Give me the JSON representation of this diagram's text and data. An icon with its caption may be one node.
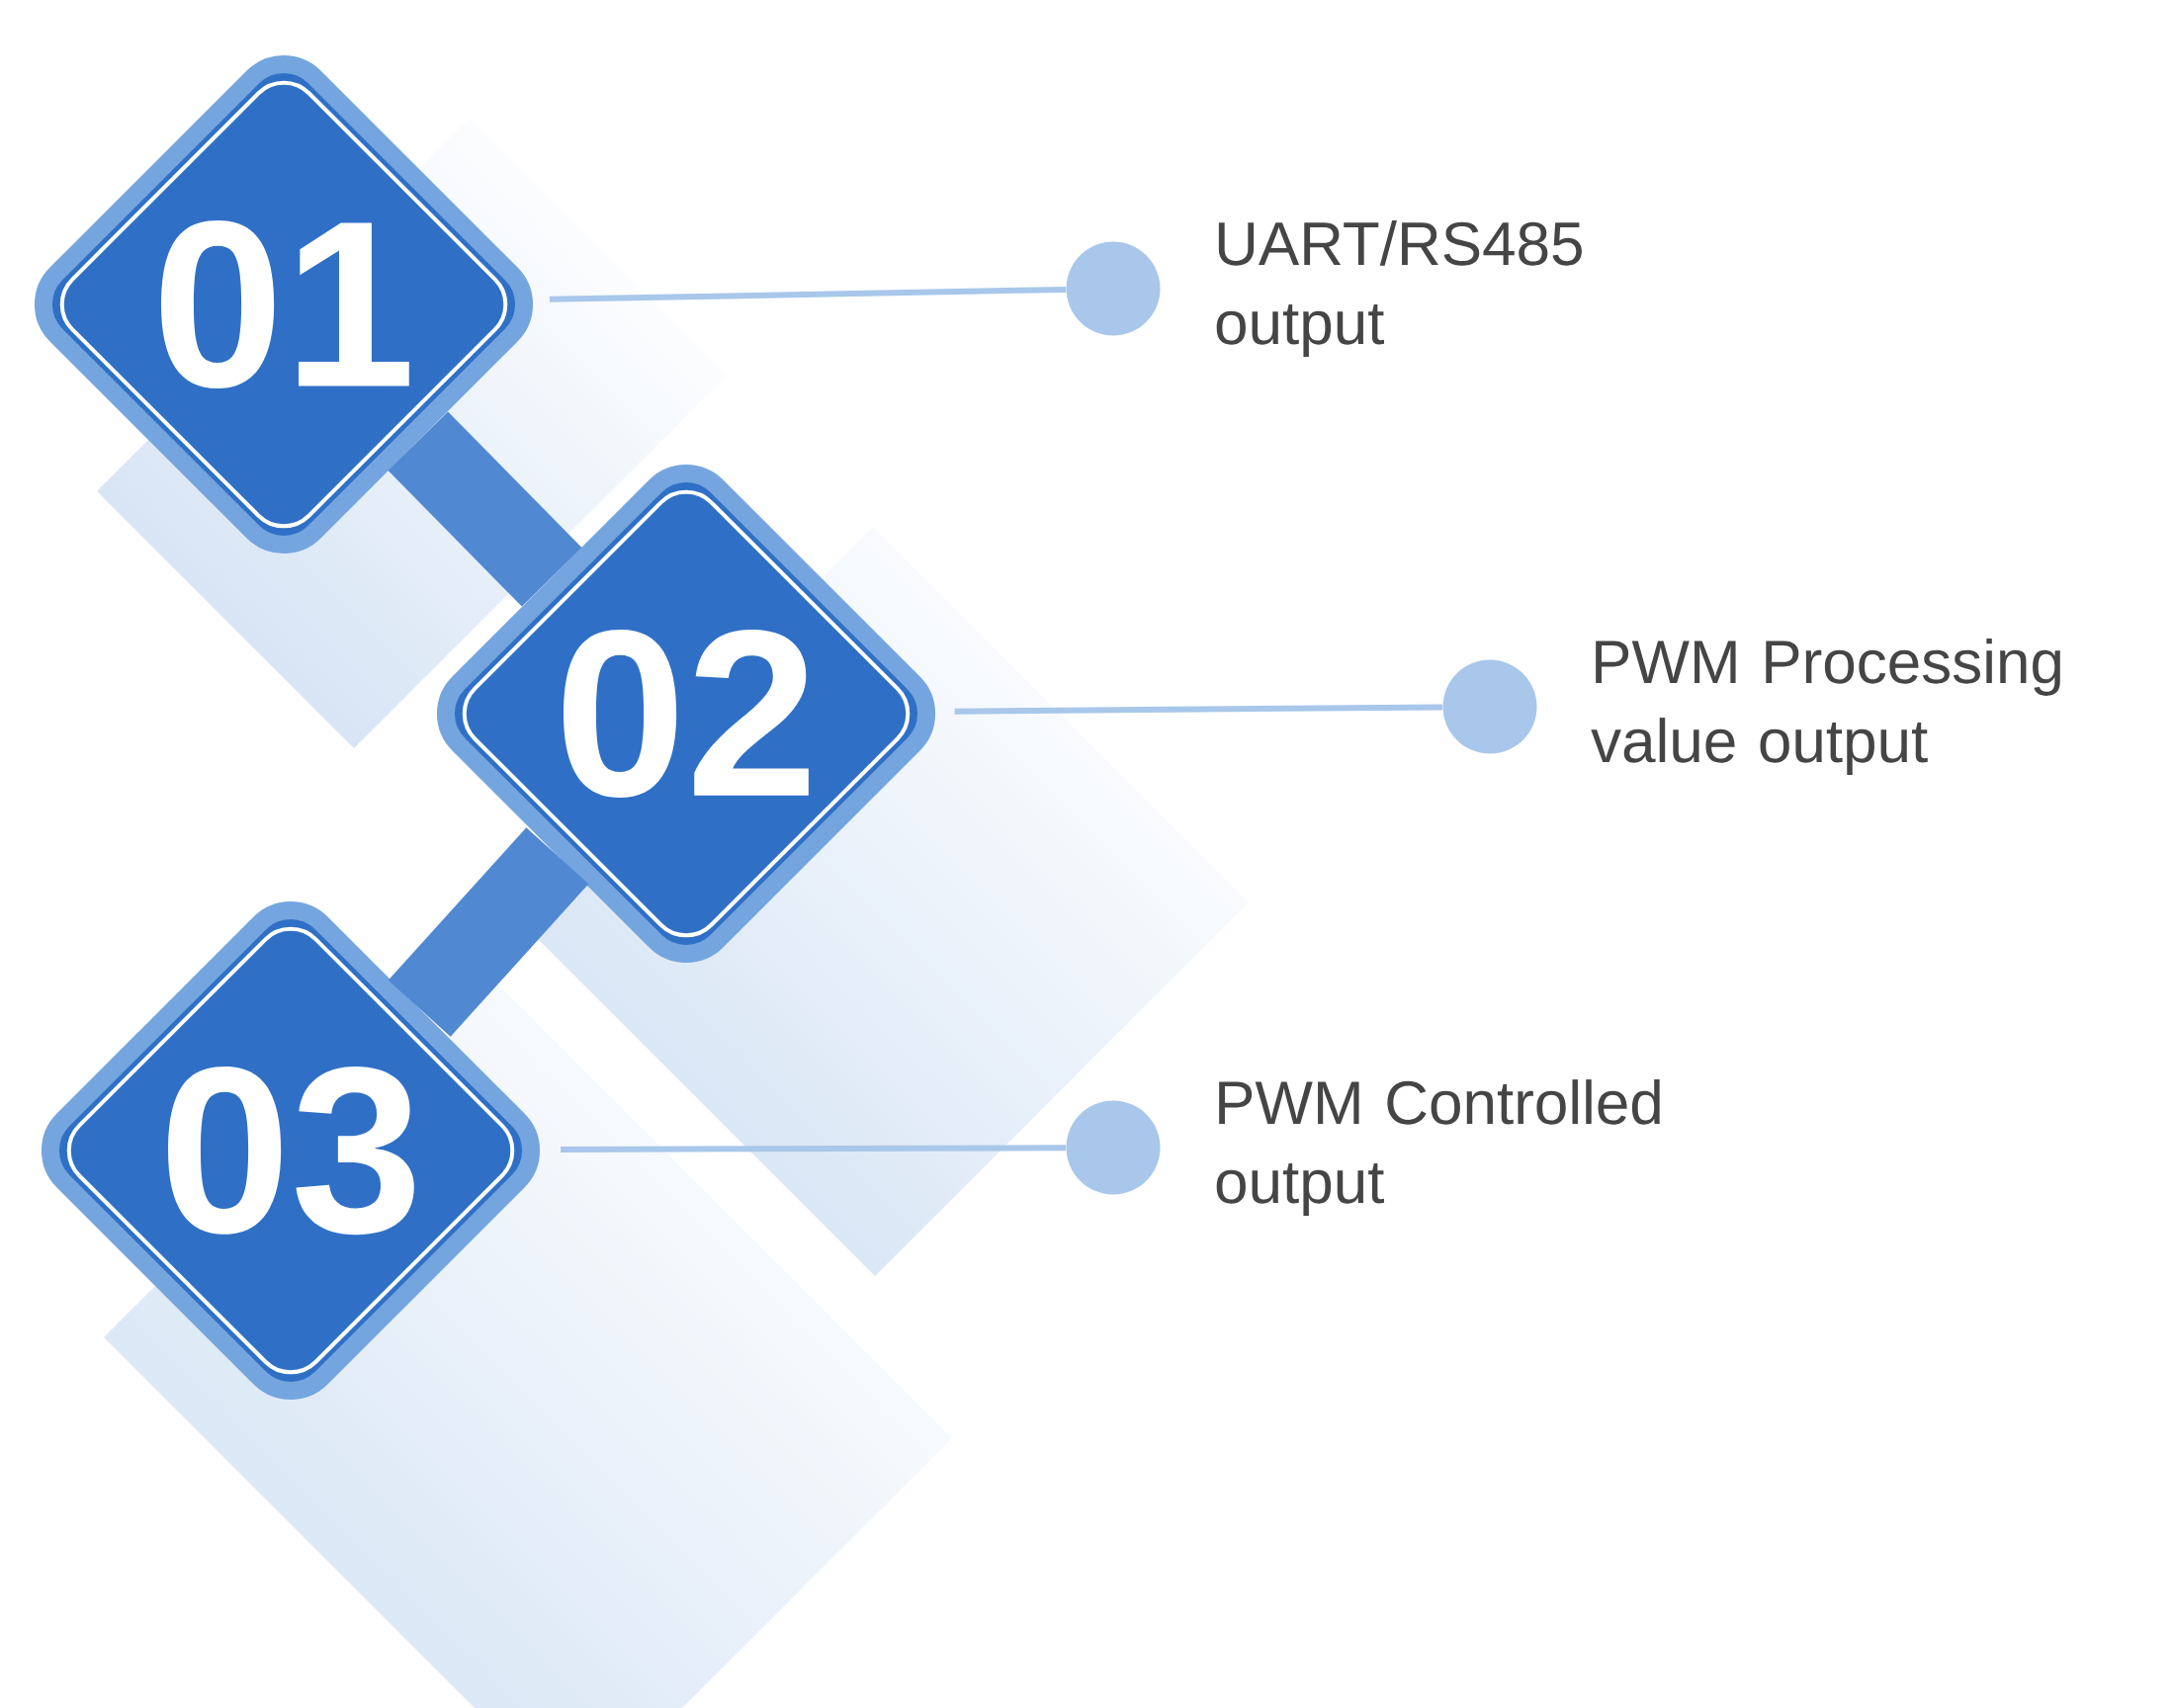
{
  "diagram": {
    "nodes": [
      {
        "text": [
          "01"
        ]
      },
      {
        "text": [
          "02"
        ]
      },
      {
        "text": [
          "03"
        ]
      },
      {
        "text": [],
        "shape": "circle",
        "beside": [
          "UART/RS485 output"
        ]
      },
      {
        "text": [],
        "shape": "circle",
        "beside": [
          "PWM Processing value output"
        ]
      },
      {
        "text": [],
        "shape": "circle",
        "beside": [
          "PWM Controlled output"
        ]
      }
    ],
    "edges": [
      {
        "from": 0,
        "to": 1,
        "arrow": "none",
        "style": "thick",
        "color": "#5088d2"
      },
      {
        "from": 1,
        "to": 2,
        "arrow": "none",
        "style": "thick",
        "color": "#5088d2"
      },
      {
        "from": 0,
        "to": 3,
        "arrow": "none"
      },
      {
        "from": 1,
        "to": 4,
        "arrow": "none"
      },
      {
        "from": 2,
        "to": 5,
        "arrow": "none"
      }
    ]
  }
}
